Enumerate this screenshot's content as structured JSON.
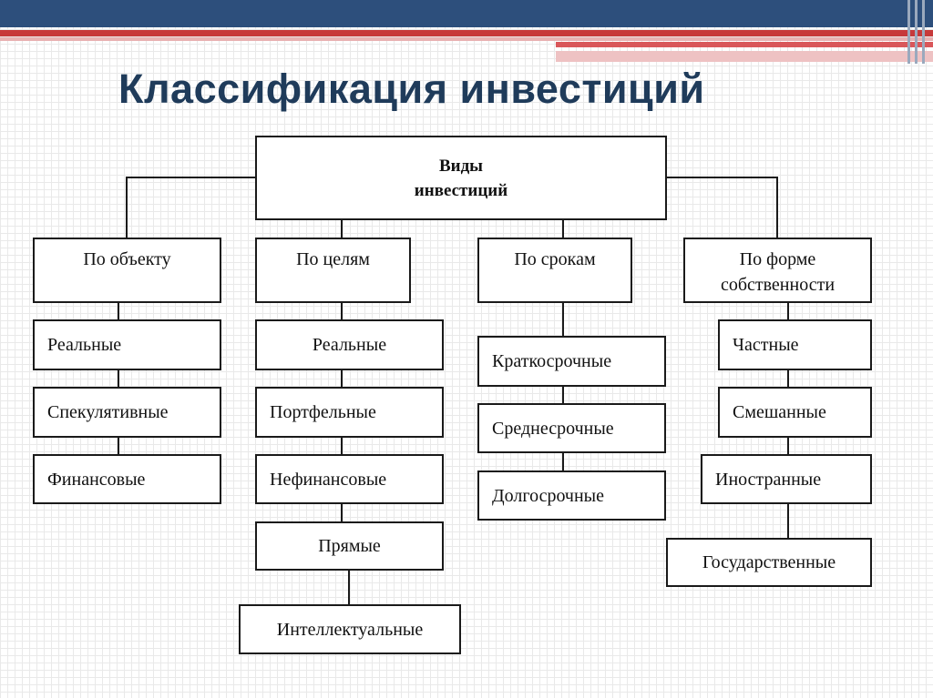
{
  "title": "Классификация инвестиций",
  "colors": {
    "header_navy": "#2d4f7c",
    "header_red": "#c7393a",
    "header_pink": "#e8b1b2",
    "title_text": "#1f3b5a",
    "border": "#1a1a1a"
  },
  "diagram": {
    "root": {
      "line1": "Виды",
      "line2": "инвестиций"
    },
    "categories": [
      {
        "label": "По объекту"
      },
      {
        "label": "По целям"
      },
      {
        "label": "По срокам"
      },
      {
        "line1": "По форме",
        "line2": "собственности"
      }
    ],
    "by_object": [
      "Реальные",
      "Спекулятивные",
      "Финансовые"
    ],
    "by_goals": [
      "Реальные",
      "Портфельные",
      "Нефинансовые",
      "Прямые",
      "Интеллектуальные"
    ],
    "by_terms": [
      "Краткосрочные",
      "Среднесрочные",
      "Долгосрочные"
    ],
    "by_ownership": [
      "Частные",
      "Смешанные",
      "Иностранные",
      "Государственные"
    ]
  }
}
